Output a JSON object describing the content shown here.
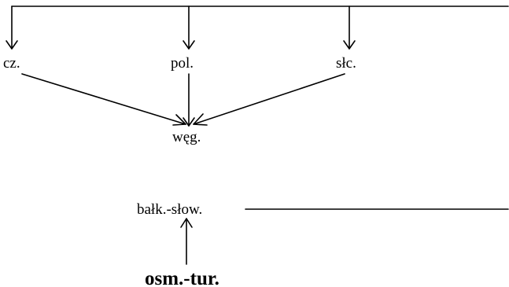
{
  "nodes": {
    "cz": "cz.",
    "pol": "pol.",
    "slc": "słc.",
    "weg": "węg.",
    "balk": "bałk.-słow.",
    "osm": "osm.-tur."
  },
  "colors": {
    "ink": "#000000",
    "background": "#ffffff"
  }
}
